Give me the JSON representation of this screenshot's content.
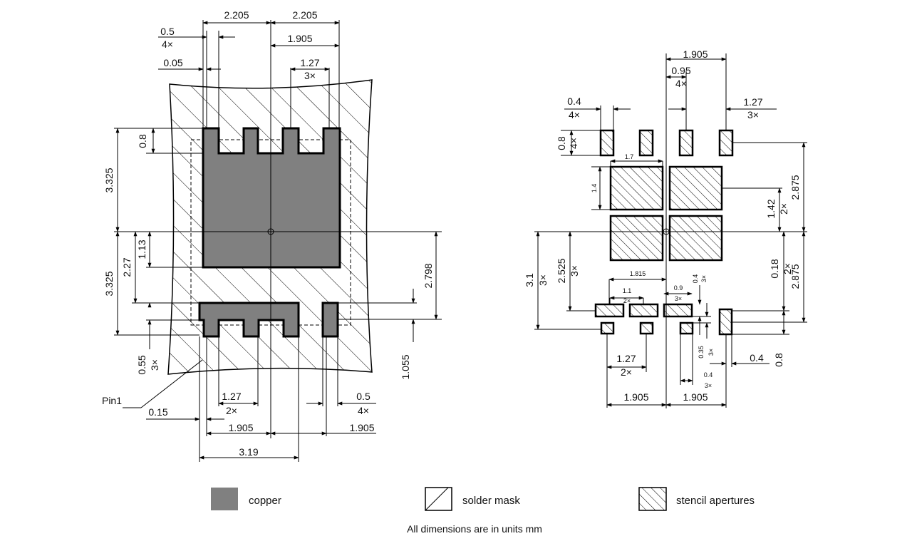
{
  "colors": {
    "copper": "#808080",
    "outline": "#000000",
    "background": "#ffffff"
  },
  "left_view": {
    "dims": {
      "top_left": "2.205",
      "top_right": "2.205",
      "w05": "0.5",
      "w05_count": "4×",
      "c05": "0.05",
      "w1905": "1.905",
      "p127": "1.27",
      "p127_count": "3×",
      "h08": "0.8",
      "h3325_top": "3.325",
      "h113": "1.13",
      "h227": "2.27",
      "h3325_bot": "3.325",
      "h055": "0.55",
      "h055_count": "3×",
      "h2798": "2.798",
      "h1055": "1.055",
      "pin1": "Pin1",
      "c015": "0.15",
      "b127": "1.27",
      "b127_count": "2×",
      "b05": "0.5",
      "b05_count": "4×",
      "b1905_left": "1.905",
      "b1905_right": "1.905",
      "b319": "3.19"
    }
  },
  "right_view": {
    "dims": {
      "w1905": "1.905",
      "w095": "0.95",
      "w095_count": "4×",
      "w04": "0.4",
      "w04_count": "4×",
      "p127": "1.27",
      "p127_count": "3×",
      "h08": "0.8",
      "h08_count": "4×",
      "w17": "1.7",
      "h14": "1.4",
      "h142": "1.42",
      "h142_count": "2×",
      "h2875_top": "2.875",
      "h31": "3.1",
      "h31_count": "3×",
      "h2525": "2.525",
      "h2525_count": "3×",
      "w1815": "1.815",
      "w11": "1.1",
      "w11_count": "2×",
      "w09": "0.9",
      "w09_count": "3×",
      "s04": "0.4",
      "s04_count": "3×",
      "h018": "0.18",
      "h018_count": "2×",
      "h2875_bot": "2.875",
      "h035": "0.35",
      "h035_count": "3×",
      "b04_small": "0.4",
      "b04_small_count": "3×",
      "b127": "1.27",
      "b127_count": "2×",
      "b04": "0.4",
      "h08_bot": "0.8",
      "b1905_left": "1.905",
      "b1905_right": "1.905"
    }
  },
  "legend": {
    "copper": "copper",
    "solder_mask": "solder mask",
    "stencil": "stencil apertures"
  },
  "footnote": "All dimensions are in units mm"
}
